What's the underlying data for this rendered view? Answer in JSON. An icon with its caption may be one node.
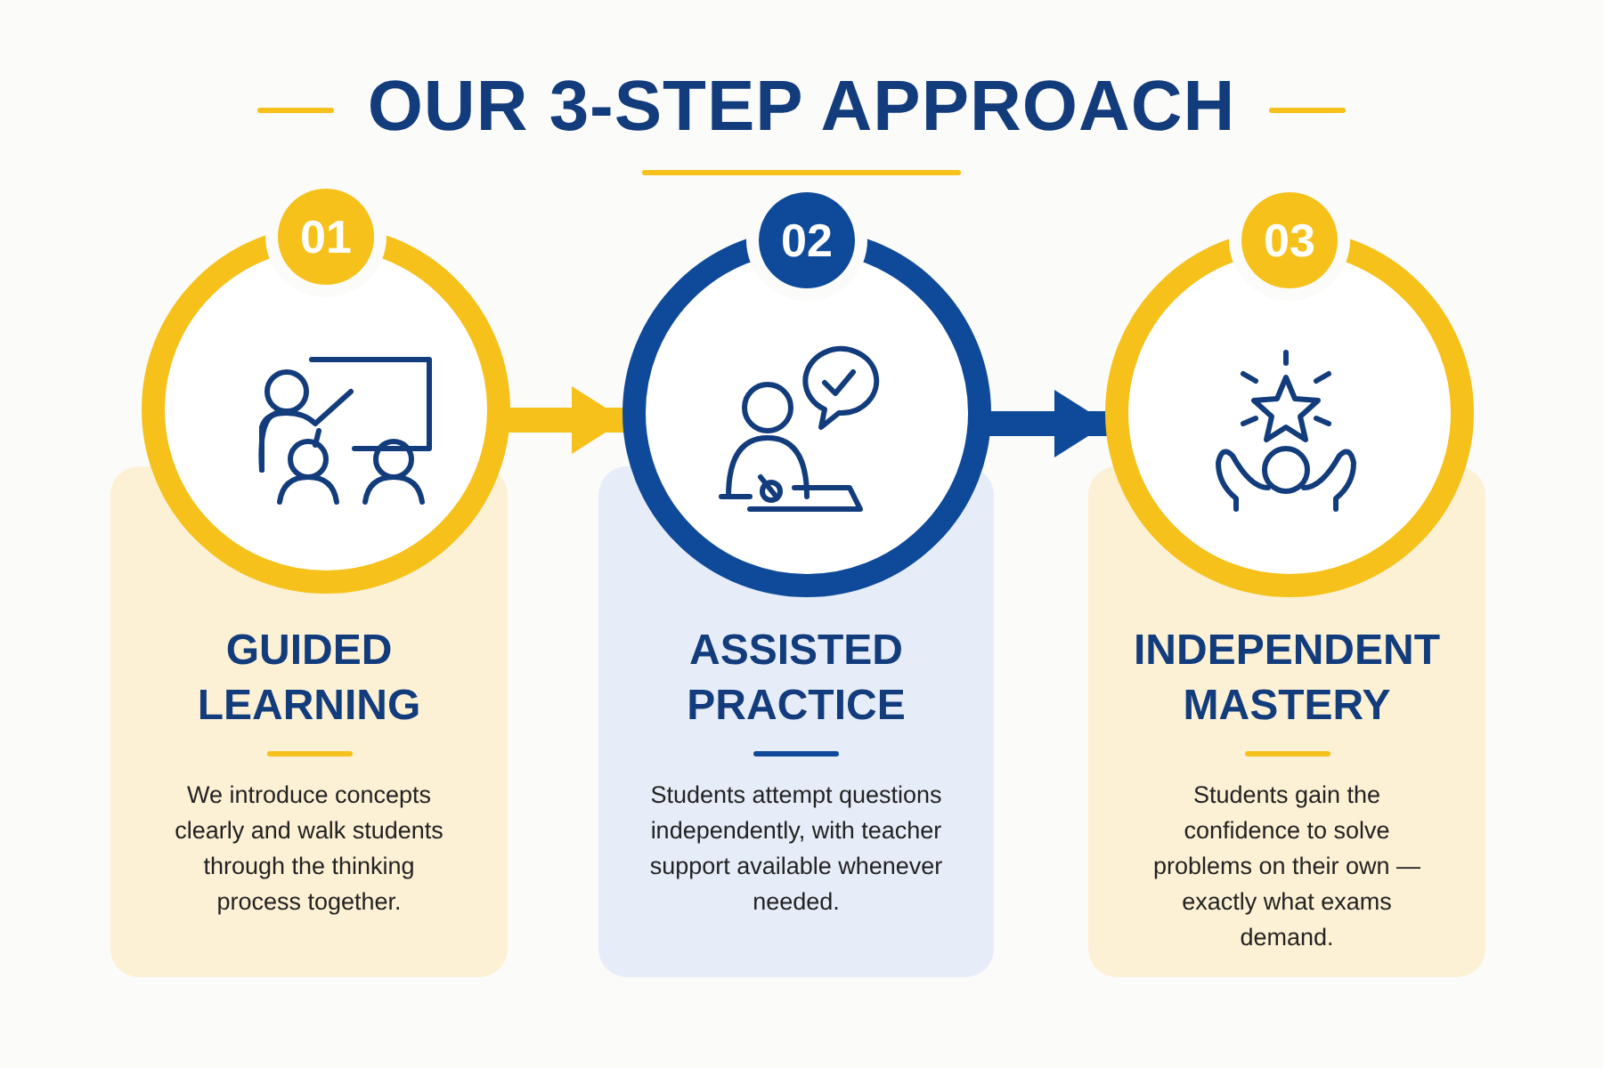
{
  "diagram": {
    "title": "OUR 3-STEP APPROACH",
    "nodes": [
      {
        "text": [
          "01"
        ]
      },
      {
        "text": [
          "GUIDED LEARNING",
          "We introduce concepts clearly and walk students through the thinking process together."
        ]
      },
      {
        "text": [
          "02"
        ]
      },
      {
        "text": [
          "ASSISTED PRACTICE",
          "Students attempt questions independently, with teacher support available whenever needed."
        ]
      },
      {
        "text": [
          "03"
        ]
      },
      {
        "text": [
          "INDEPENDENT MASTERY",
          "Students gain the confidence to solve problems on their own — exactly what exams demand."
        ]
      }
    ],
    "edges": [
      {
        "from": 0,
        "to": 2,
        "arrow": "to",
        "color": "#f6c11b"
      },
      {
        "from": 2,
        "to": 4,
        "arrow": "to",
        "color": "#0f4a9a"
      }
    ]
  }
}
